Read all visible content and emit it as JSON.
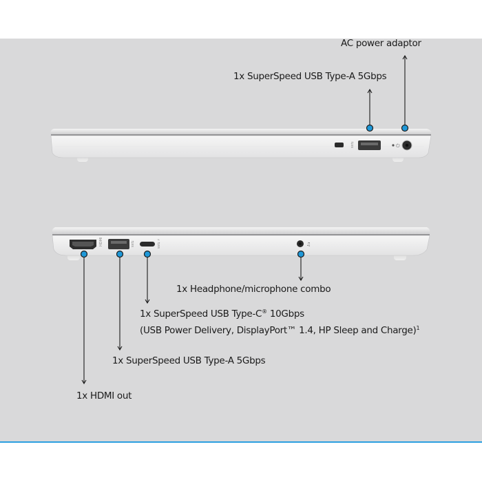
{
  "theme": {
    "background": "#d9d9da",
    "accent": "#2a9fe0",
    "marker": "#1f98d8"
  },
  "top_view": {
    "ports": [
      {
        "icon": "lock-slot-icon"
      },
      {
        "icon": "usb-a-port-icon",
        "label": "1x SuperSpeed USB Type-A 5Gbps"
      },
      {
        "icon": "power-jack-icon",
        "label": "AC power adaptor"
      }
    ]
  },
  "bottom_view": {
    "ports": [
      {
        "icon": "hdmi-port-icon",
        "label": "1x HDMI out"
      },
      {
        "icon": "usb-a-port-icon",
        "label": "1x SuperSpeed USB Type-A 5Gbps"
      },
      {
        "icon": "usb-c-port-icon",
        "label": "1x SuperSpeed USB Type-C",
        "mark": "®",
        "label_after": " 10Gbps",
        "note": "(USB Power Delivery, DisplayPort™ 1.4, HP Sleep and Charge)",
        "footnote": "1"
      },
      {
        "icon": "headphone-jack-icon",
        "label": "1x Headphone/microphone combo"
      }
    ]
  }
}
